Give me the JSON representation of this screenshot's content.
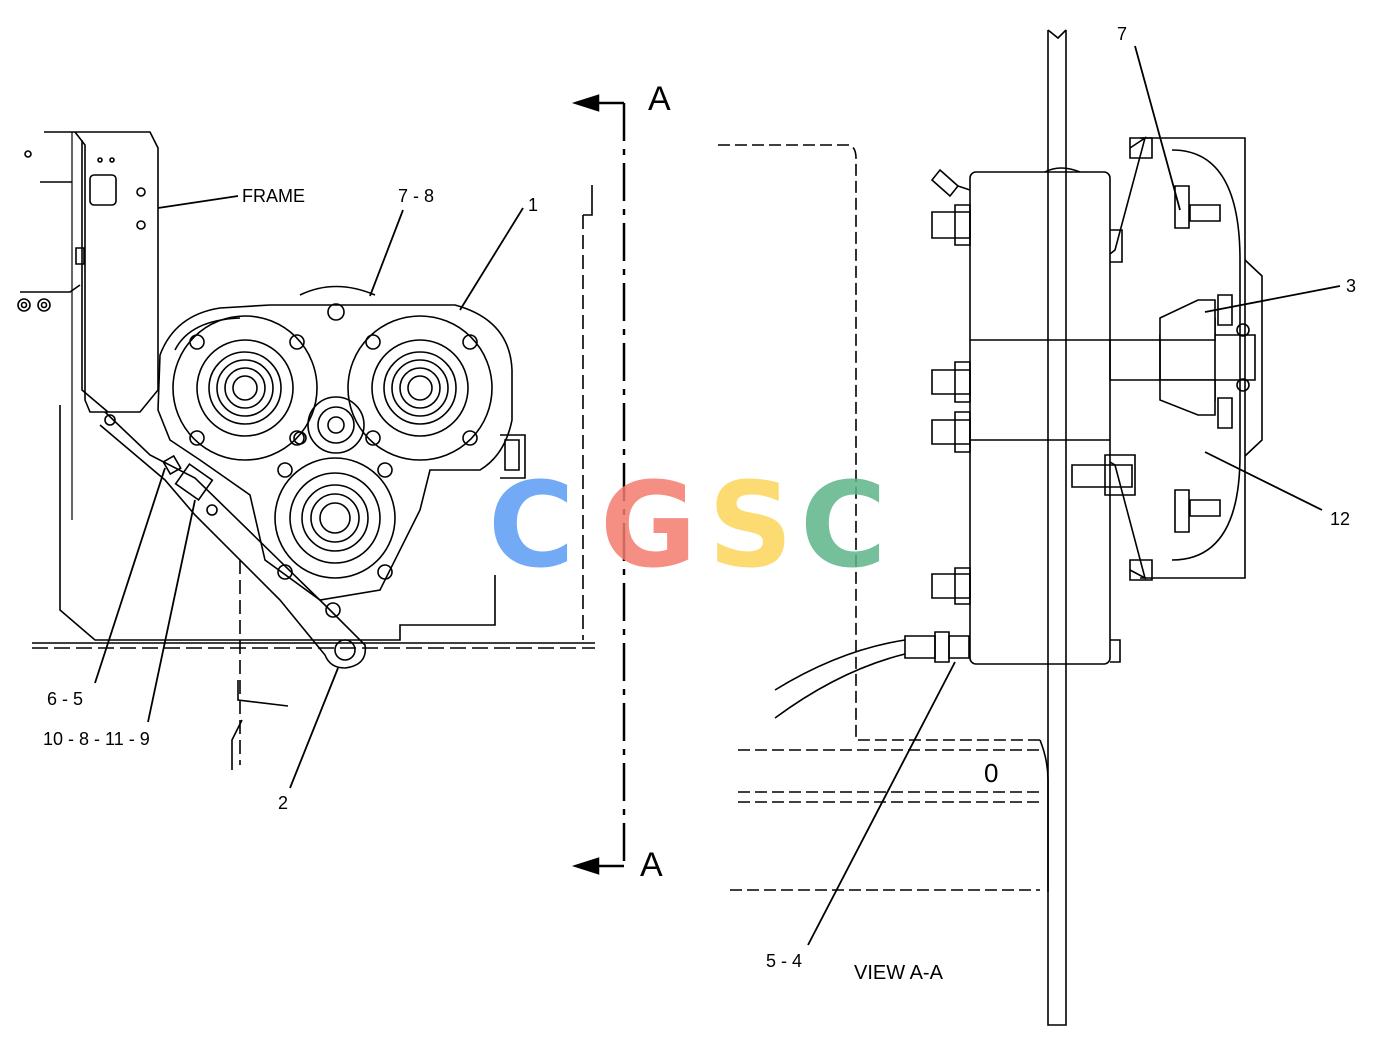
{
  "labels": {
    "frame": "FRAME",
    "callout_7_8": "7 - 8",
    "callout_1": "1",
    "callout_6_5": "6 - 5",
    "callout_10_8_11_9": "10 - 8 - 11 - 9",
    "callout_2": "2",
    "section_top": "A",
    "section_bottom": "A",
    "callout_7": "7",
    "callout_3": "3",
    "callout_12": "12",
    "callout_5_4": "5 - 4",
    "view_title": "VIEW A-A",
    "frame_mark": "0"
  },
  "watermark": {
    "letters": [
      "C",
      "G",
      "S",
      "C"
    ],
    "colors": [
      "#5b9cf5",
      "#f47c6e",
      "#fbd55a",
      "#5db58a"
    ]
  }
}
